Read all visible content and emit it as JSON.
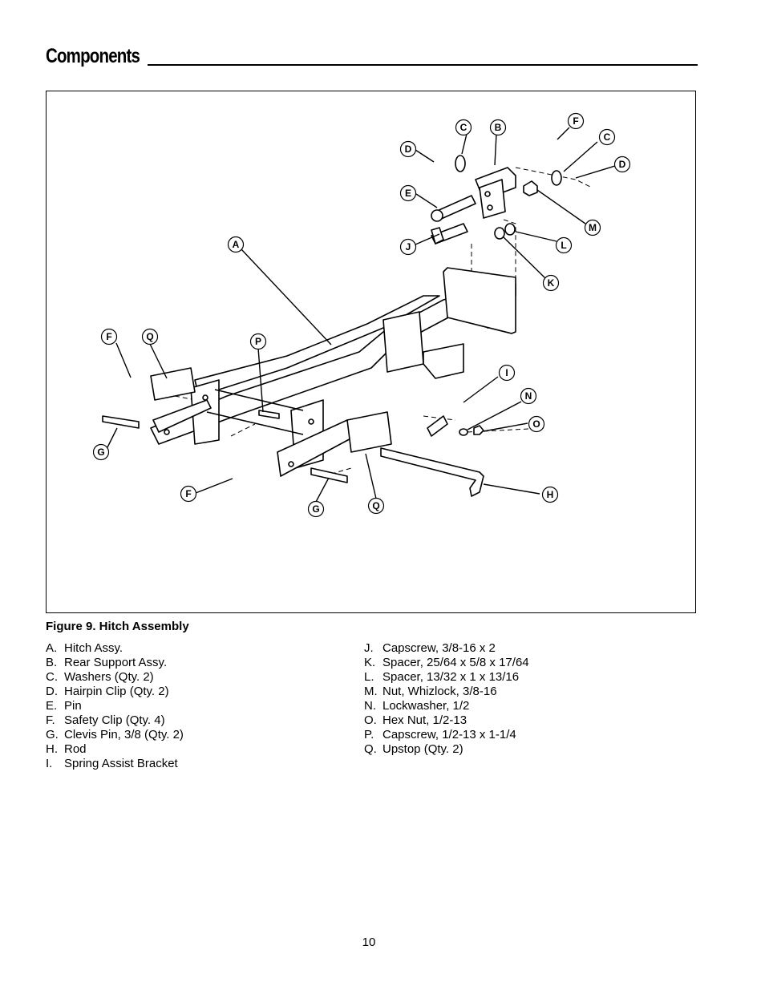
{
  "heading": "Components",
  "figure": {
    "caption": "Figure 9. Hitch Assembly",
    "callouts": [
      "A",
      "B",
      "C",
      "C",
      "D",
      "D",
      "E",
      "F",
      "F",
      "F",
      "G",
      "G",
      "H",
      "I",
      "J",
      "K",
      "L",
      "M",
      "N",
      "O",
      "P",
      "Q",
      "Q"
    ]
  },
  "legend_left": [
    {
      "key": "A.",
      "text": "Hitch Assy."
    },
    {
      "key": "B.",
      "text": "Rear Support Assy."
    },
    {
      "key": "C.",
      "text": "Washers (Qty. 2)"
    },
    {
      "key": "D.",
      "text": "Hairpin Clip (Qty. 2)"
    },
    {
      "key": "E.",
      "text": "Pin"
    },
    {
      "key": "F.",
      "text": "Safety Clip (Qty. 4)"
    },
    {
      "key": "G.",
      "text": "Clevis Pin, 3/8 (Qty. 2)"
    },
    {
      "key": "H.",
      "text": "Rod"
    },
    {
      "key": "I.",
      "text": "Spring Assist Bracket"
    }
  ],
  "legend_right": [
    {
      "key": "J.",
      "text": "Capscrew, 3/8-16 x 2"
    },
    {
      "key": "K.",
      "text": "Spacer, 25/64 x 5/8 x 17/64"
    },
    {
      "key": "L.",
      "text": "Spacer, 13/32 x 1 x 13/16"
    },
    {
      "key": "M.",
      "text": "Nut, Whizlock, 3/8-16"
    },
    {
      "key": "N.",
      "text": "Lockwasher, 1/2"
    },
    {
      "key": "O.",
      "text": "Hex Nut, 1/2-13"
    },
    {
      "key": "P.",
      "text": "Capscrew, 1/2-13 x 1-1/4"
    },
    {
      "key": "Q.",
      "text": "Upstop (Qty. 2)"
    }
  ],
  "page_number": "10"
}
